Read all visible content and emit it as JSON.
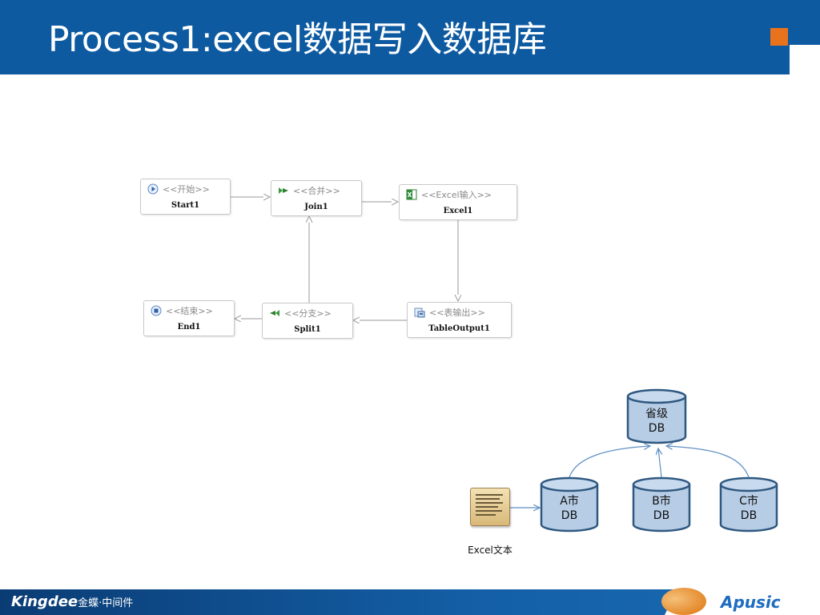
{
  "slide": {
    "title": "Process1:excel数据写入数据库"
  },
  "flow": {
    "nodes": [
      {
        "id": "start",
        "stereotype": "<<开始>>",
        "name": "Start1",
        "icon": "start-play-icon"
      },
      {
        "id": "join",
        "stereotype": "<<合并>>",
        "name": "Join1",
        "icon": "join-arrow-icon"
      },
      {
        "id": "excel",
        "stereotype": "<<Excel输入>>",
        "name": "Excel1",
        "icon": "excel-icon"
      },
      {
        "id": "end",
        "stereotype": "<<结束>>",
        "name": "End1",
        "icon": "end-stop-icon"
      },
      {
        "id": "split",
        "stereotype": "<<分支>>",
        "name": "Split1",
        "icon": "split-arrow-icon"
      },
      {
        "id": "tableoutput",
        "stereotype": "<<表输出>>",
        "name": "TableOutput1",
        "icon": "table-output-icon"
      }
    ],
    "edges": [
      [
        "start",
        "join"
      ],
      [
        "join",
        "excel"
      ],
      [
        "excel",
        "tableoutput"
      ],
      [
        "tableoutput",
        "split"
      ],
      [
        "split",
        "end"
      ],
      [
        "split",
        "join"
      ]
    ]
  },
  "db_diagram": {
    "provincial_db": {
      "line1": "省级",
      "line2": "DB"
    },
    "city_dbs": [
      {
        "line1": "A市",
        "line2": "DB"
      },
      {
        "line1": "B市",
        "line2": "DB"
      },
      {
        "line1": "C市",
        "line2": "DB"
      }
    ],
    "excel_caption": "Excel文本",
    "db_fill_color": "#b7cde6",
    "db_stroke_color": "#2f5880",
    "arrow_color": "#5e8fc4"
  },
  "footer": {
    "brand": "Kingdee",
    "brand_sub": "金蝶·中间件",
    "partner": "Apusic"
  },
  "colors": {
    "header_blue": "#0d5aa1",
    "accent_orange": "#e8731c"
  }
}
